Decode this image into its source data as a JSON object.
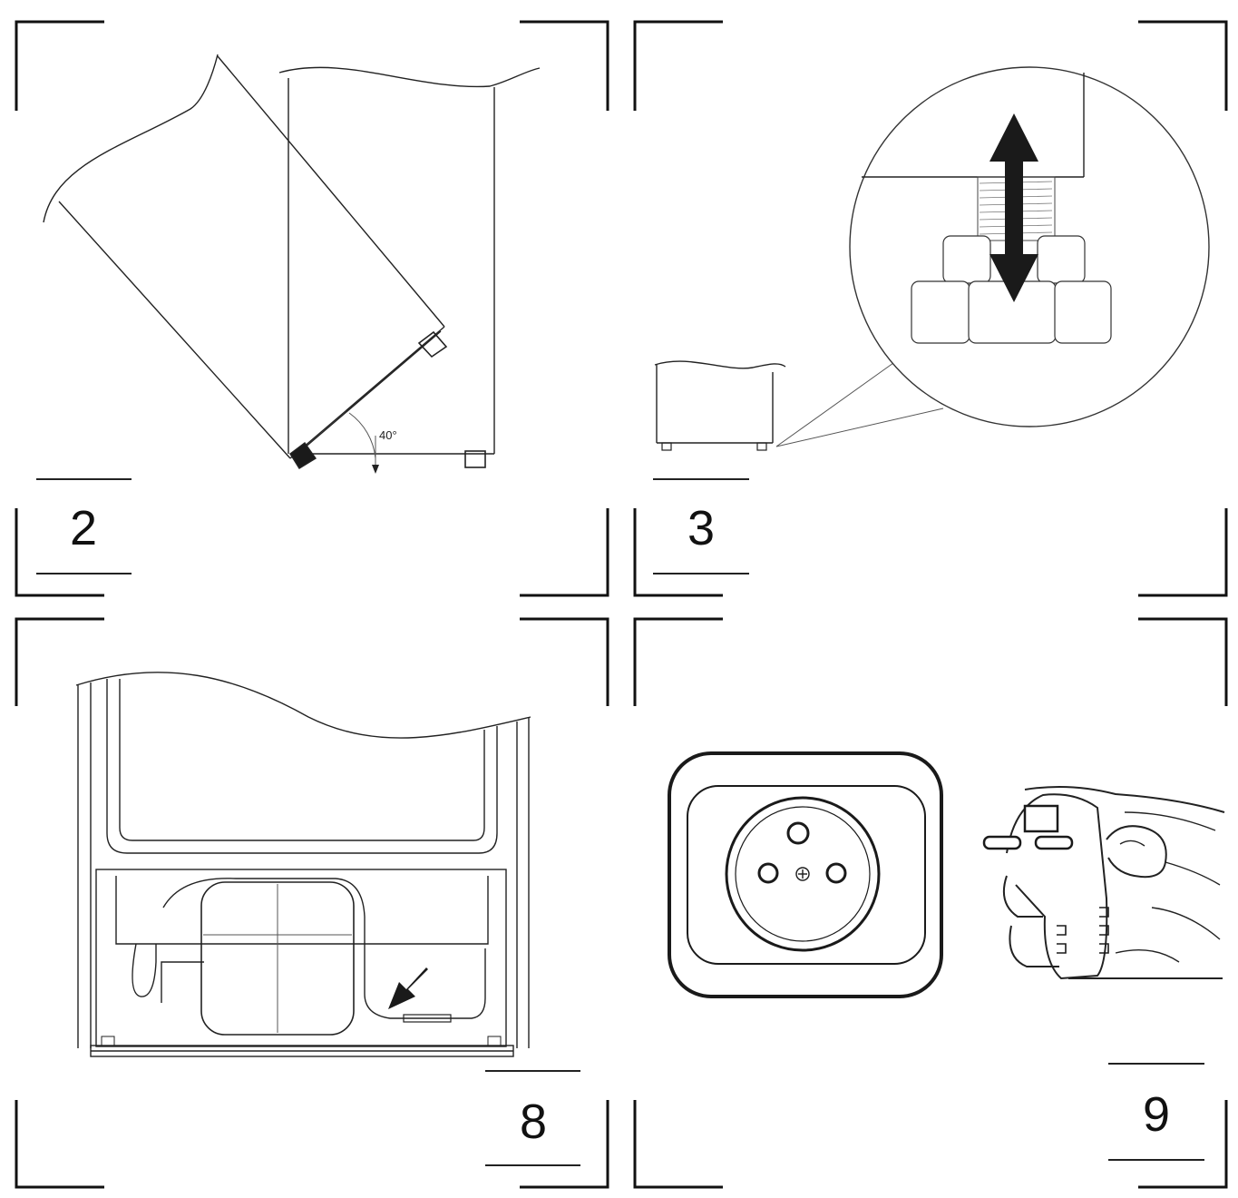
{
  "panels": [
    {
      "id": "2",
      "label": "2",
      "annotation": "40°"
    },
    {
      "id": "3",
      "label": "3"
    },
    {
      "id": "8",
      "label": "8"
    },
    {
      "id": "9",
      "label": "9"
    }
  ],
  "colors": {
    "line": "#222222",
    "crop": "#111111",
    "fill_dark": "#1a1a1a",
    "background": "#ffffff"
  }
}
